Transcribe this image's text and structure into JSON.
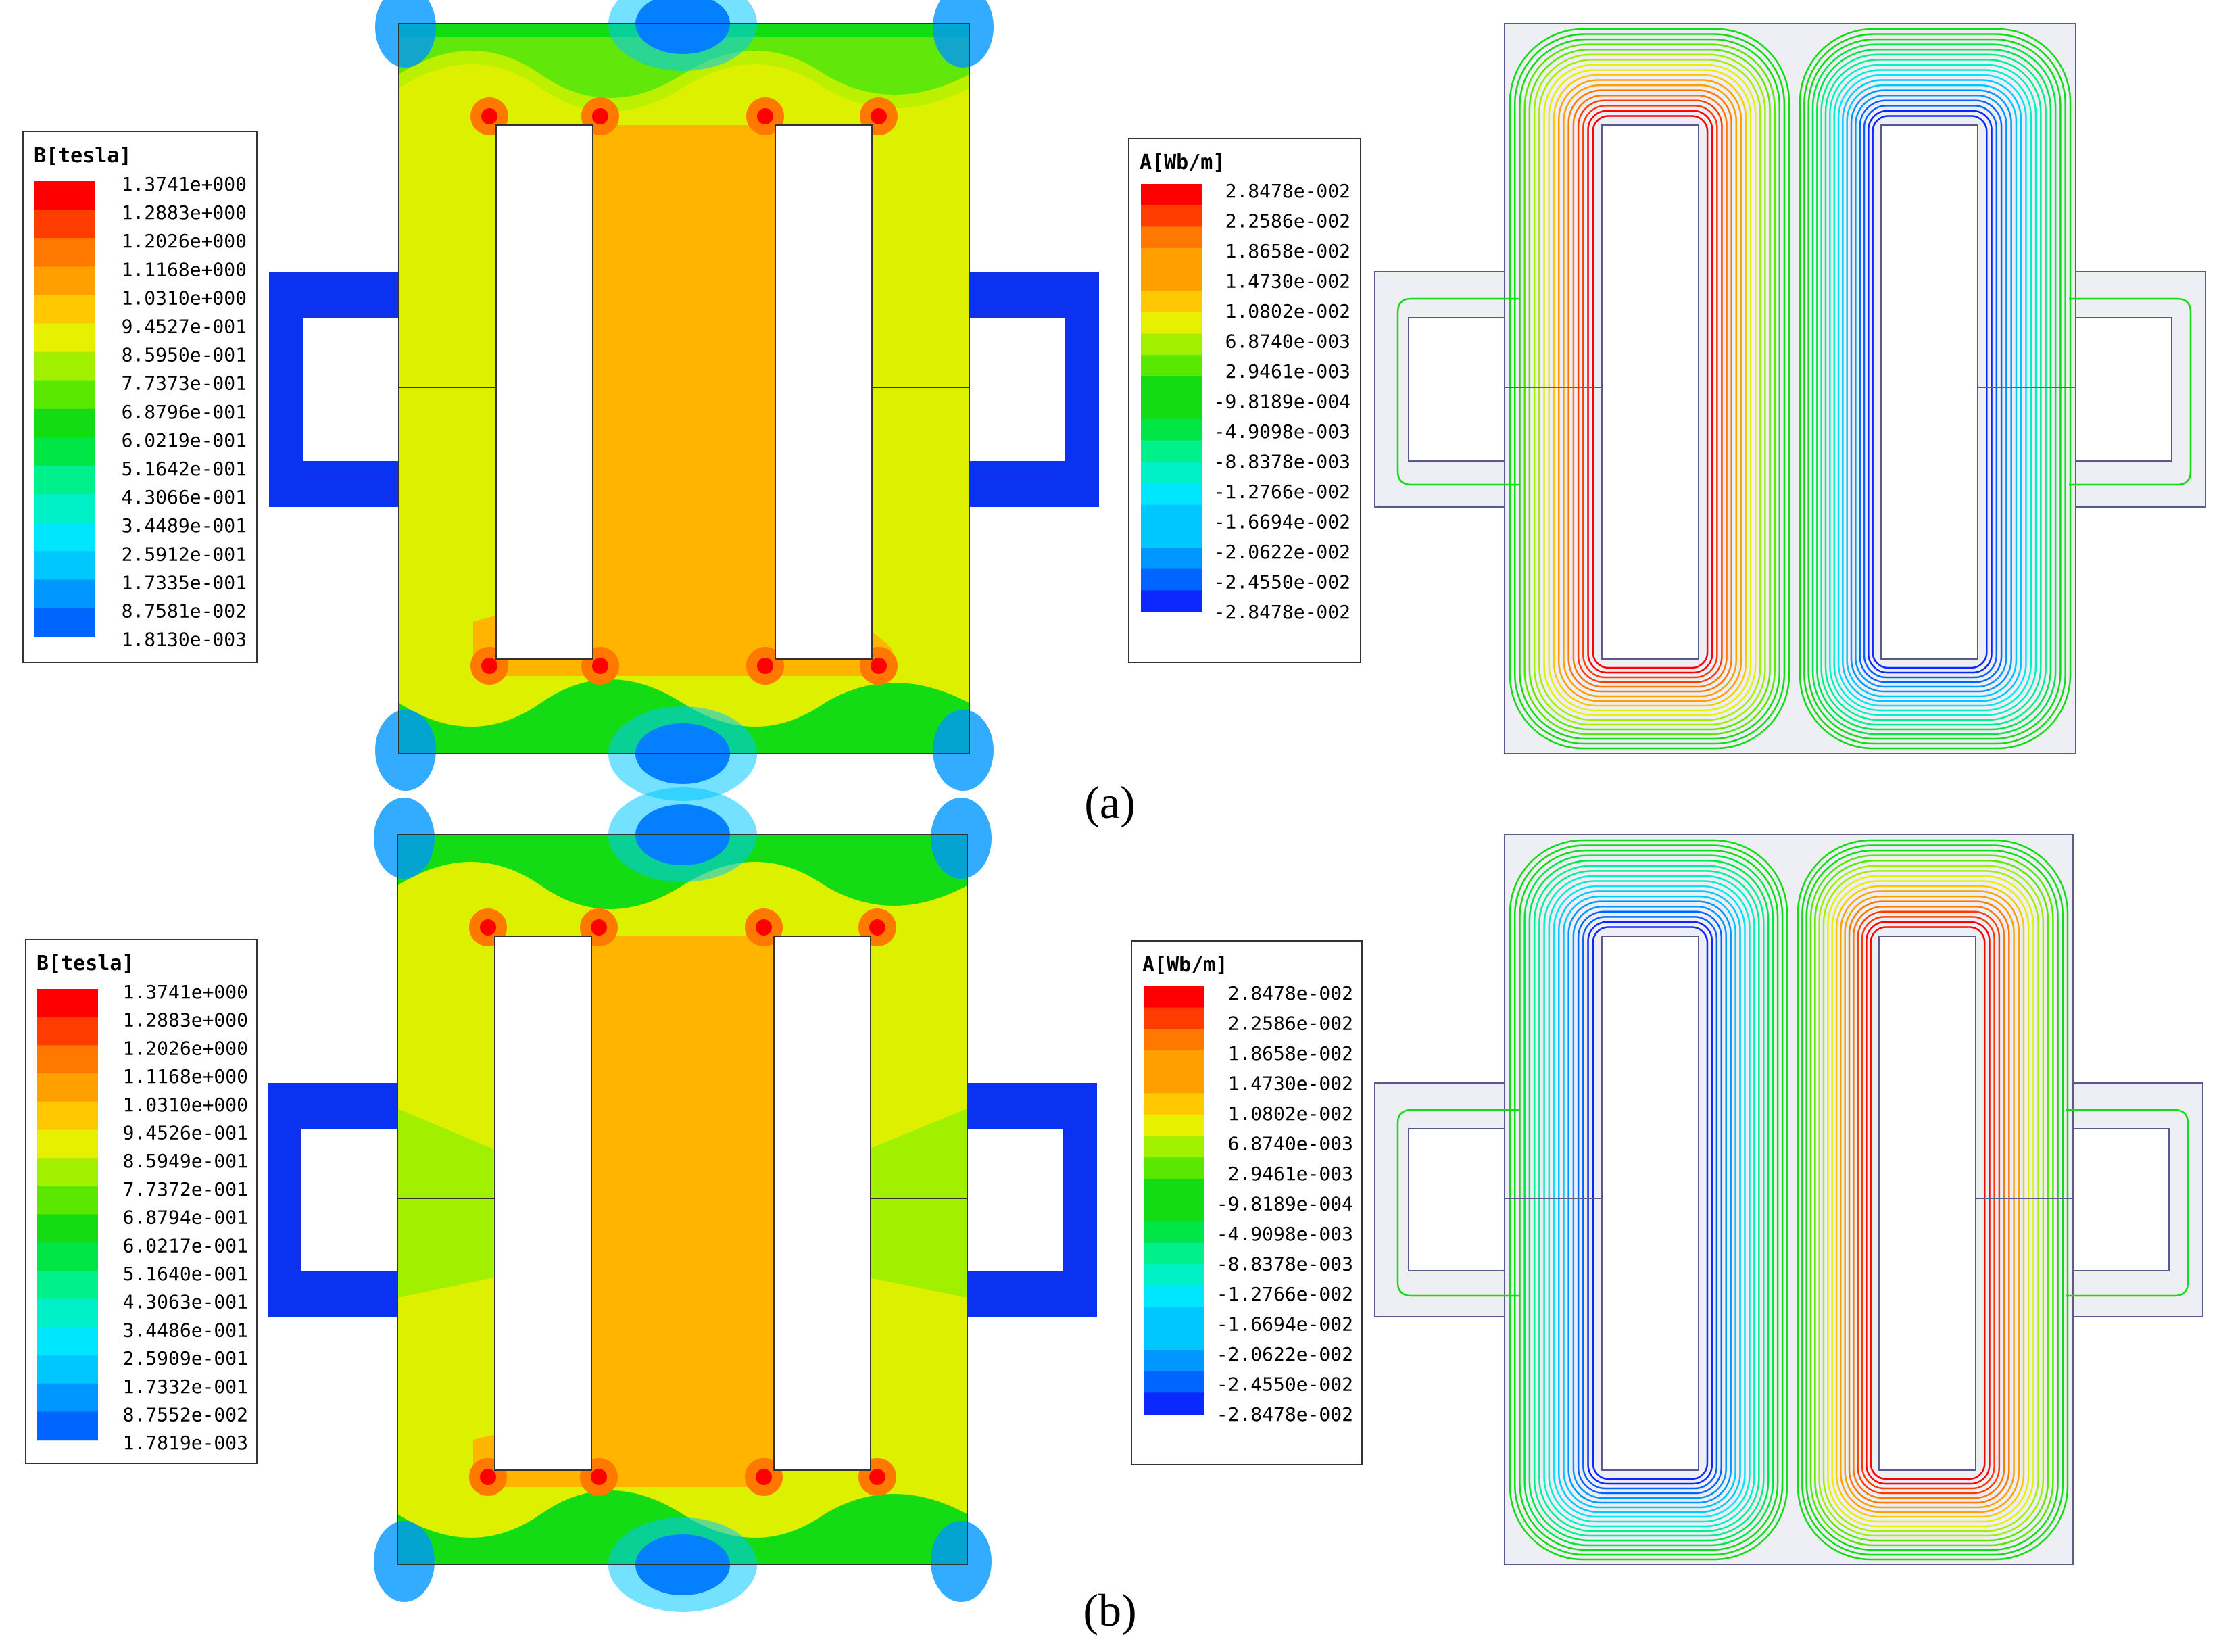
{
  "panels": [
    {
      "label": "(a)",
      "b_legend": {
        "title": "B[tesla]",
        "values": [
          "1.3741e+000",
          "1.2883e+000",
          "1.2026e+000",
          "1.1168e+000",
          "1.0310e+000",
          "9.4527e-001",
          "8.5950e-001",
          "7.7373e-001",
          "6.8796e-001",
          "6.0219e-001",
          "5.1642e-001",
          "4.3066e-001",
          "3.4489e-001",
          "2.5912e-001",
          "1.7335e-001",
          "8.7581e-002",
          "1.8130e-003"
        ]
      },
      "a_legend": {
        "title": "A[Wb/m]",
        "values": [
          "2.8478e-002",
          "2.2586e-002",
          "1.8658e-002",
          "1.4730e-002",
          "1.0802e-002",
          "6.8740e-003",
          "2.9461e-003",
          "-9.8189e-004",
          "-4.9098e-003",
          "-8.8378e-003",
          "-1.2766e-002",
          "-1.6694e-002",
          "-2.0622e-002",
          "-2.4550e-002",
          "-2.8478e-002"
        ]
      },
      "flux_polarity": "left-positive"
    },
    {
      "label": "(b)",
      "b_legend": {
        "title": "B[tesla]",
        "values": [
          "1.3741e+000",
          "1.2883e+000",
          "1.2026e+000",
          "1.1168e+000",
          "1.0310e+000",
          "9.4526e-001",
          "8.5949e-001",
          "7.7372e-001",
          "6.8794e-001",
          "6.0217e-001",
          "5.1640e-001",
          "4.3063e-001",
          "3.4486e-001",
          "2.5909e-001",
          "1.7332e-001",
          "8.7552e-002",
          "1.7819e-003"
        ]
      },
      "a_legend": {
        "title": "A[Wb/m]",
        "values": [
          "2.8478e-002",
          "2.2586e-002",
          "1.8658e-002",
          "1.4730e-002",
          "1.0802e-002",
          "6.8740e-003",
          "2.9461e-003",
          "-9.8189e-004",
          "-4.9098e-003",
          "-8.8378e-003",
          "-1.2766e-002",
          "-1.6694e-002",
          "-2.0622e-002",
          "-2.4550e-002",
          "-2.8478e-002"
        ]
      },
      "flux_polarity": "left-negative"
    }
  ],
  "colors": {
    "scale_hi_to_lo": [
      "#ff0000",
      "#ff3c00",
      "#ff7800",
      "#ffa000",
      "#ffc800",
      "#e6f000",
      "#a0f000",
      "#5ae800",
      "#14dc14",
      "#00e646",
      "#00f08c",
      "#00f0c8",
      "#00e6ff",
      "#00c8ff",
      "#0096ff",
      "#0064ff",
      "#0a28ff"
    ],
    "field_yellow": "#dcf000",
    "field_orange": "#ffb400",
    "field_blue": "#0a32f0",
    "frame_gray": "#eeeff5",
    "frame_edge": "#5a5a8c"
  }
}
